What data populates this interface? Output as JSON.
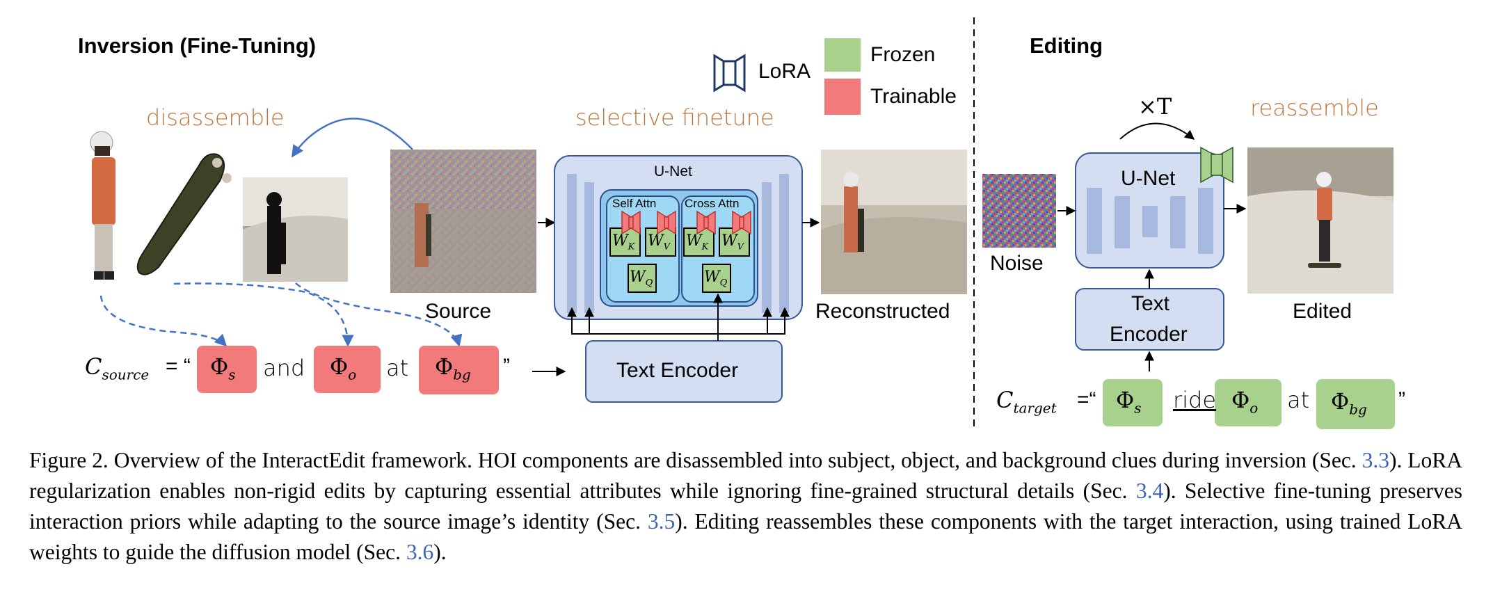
{
  "figure": {
    "left_title": "Inversion (Fine-Tuning)",
    "right_title": "Editing",
    "legend": {
      "lora": "LoRA",
      "frozen": "Frozen",
      "trainable": "Trainable"
    },
    "colors": {
      "frozen": "#a9d18e",
      "trainable": "#f27a7a",
      "unet_fill": "#d3def2",
      "attn_fill": "#9fd3f0",
      "arrow_blue": "#4472c4",
      "orange_text": "#c0743a"
    },
    "inversion": {
      "disassemble": "disassemble",
      "selective": "selective finetune",
      "unet": "U-Net",
      "self_attn": "Self Attn",
      "cross_attn": "Cross Attn",
      "weights": {
        "k": "W",
        "k_sub": "K",
        "v": "W",
        "v_sub": "V",
        "q": "W",
        "q_sub": "Q"
      },
      "source": "Source",
      "reconstructed": "Reconstructed",
      "text_encoder": "Text Encoder",
      "prompt": {
        "c": "C",
        "c_sub": "source",
        "eq": "= “",
        "phi_s": "Φ",
        "phi_s_sub": "s",
        "and": "and",
        "phi_o": "Φ",
        "phi_o_sub": "o",
        "at": "at",
        "phi_bg": "Φ",
        "phi_bg_sub": "bg",
        "close": "”"
      }
    },
    "editing": {
      "times_t": "×T",
      "reassemble": "reassemble",
      "noise": "Noise",
      "unet": "U-Net",
      "edited": "Edited",
      "text_encoder_1": "Text",
      "text_encoder_2": "Encoder",
      "prompt": {
        "c": "C",
        "c_sub": "target",
        "eq": "=“",
        "phi_s": "Φ",
        "phi_s_sub": "s",
        "ride": "ride",
        "phi_o": "Φ",
        "phi_o_sub": "o",
        "at": "at",
        "phi_bg": "Φ",
        "phi_bg_sub": "bg",
        "close": "”"
      }
    }
  },
  "caption": {
    "t1": "Figure 2.  Overview of the InteractEdit framework.  HOI components are disassembled into subject, object, and background clues during inversion (Sec. ",
    "r1": "3.3",
    "t2": ").  LoRA regularization enables non-rigid edits by capturing essential attributes while ignoring fine-grained structural details (Sec. ",
    "r2": "3.4",
    "t3": ").  Selective fine-tuning preserves interaction priors while adapting to the source image’s identity (Sec. ",
    "r3": "3.5",
    "t4": ").  Editing reassembles these components with the target interaction, using trained LoRA weights to guide the diffusion model (Sec. ",
    "r4": "3.6",
    "t5": ")."
  }
}
